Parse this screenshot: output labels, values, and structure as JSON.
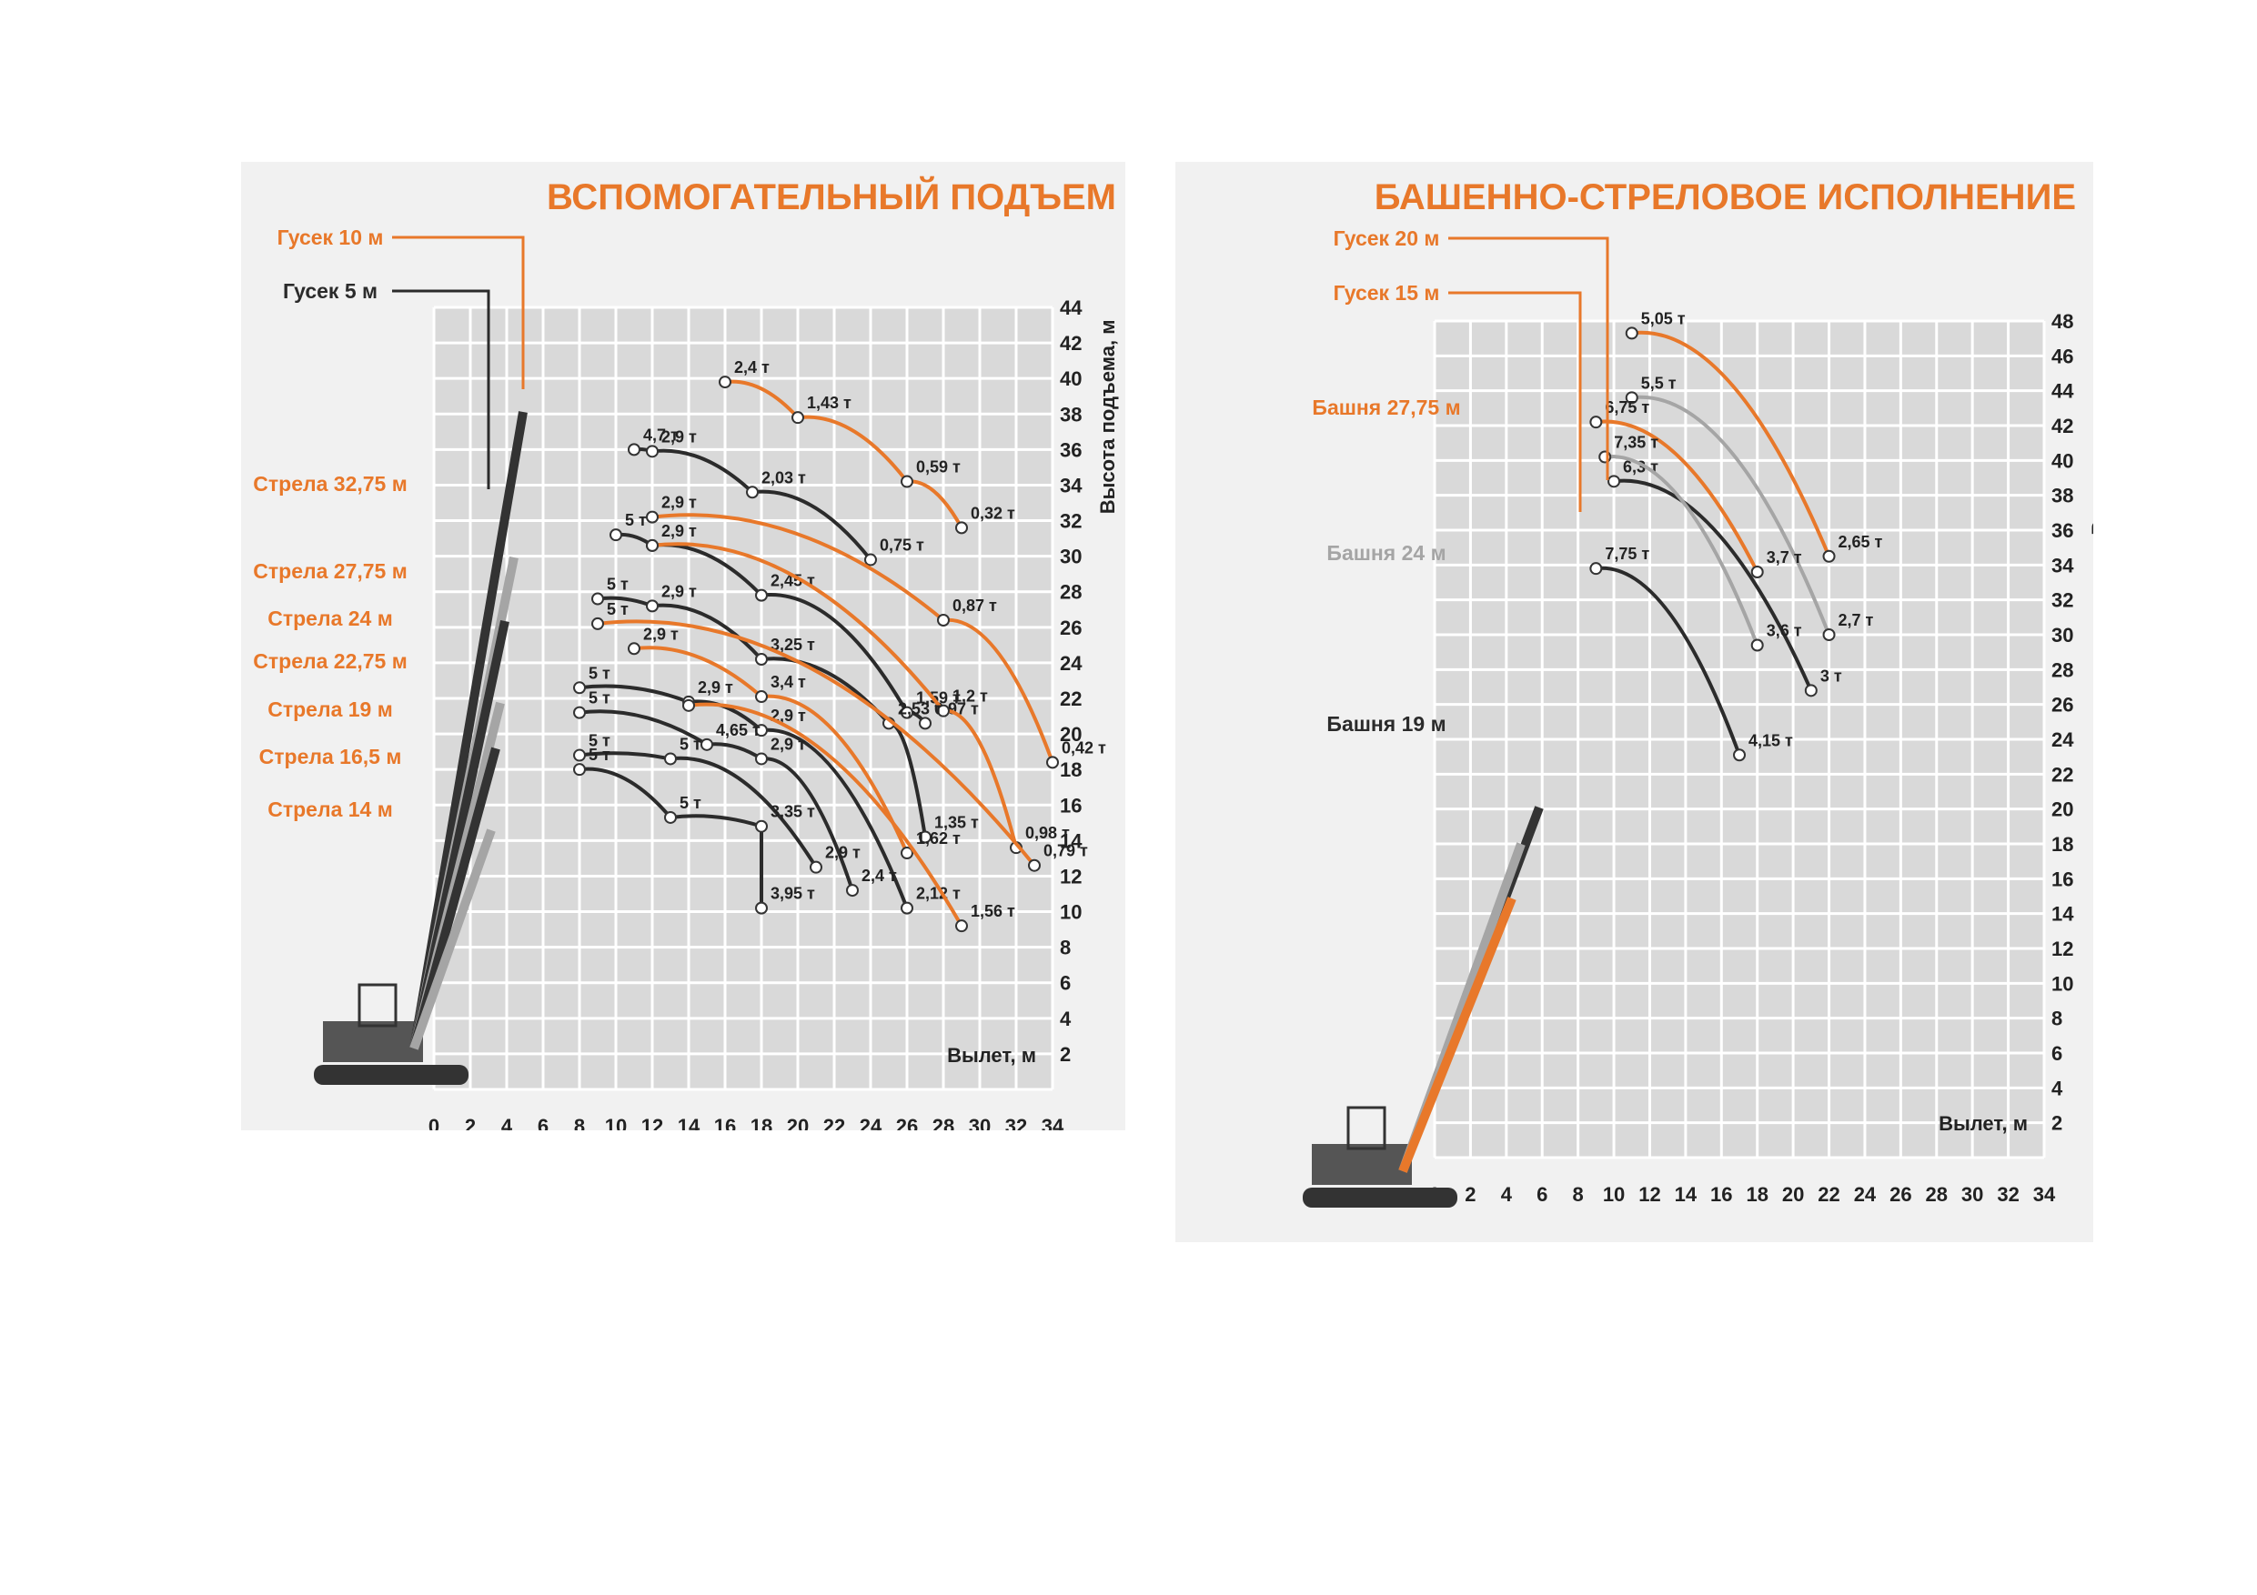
{
  "colors": {
    "orange": "#e8782a",
    "black": "#2b2b2b",
    "grey": "#a5a5a5",
    "grid": "#ffffff",
    "panel": "#f1f1f1"
  },
  "icons": [
    "crane-icon"
  ],
  "charts": [
    {
      "id": "left",
      "title": "ВСПОМОГАТЕЛЬНЫЙ ПОДЪЕМ",
      "xlabel": "Вылет, м",
      "ylabel": "Высота подъема, м",
      "xticks": [
        "0",
        "2",
        "4",
        "6",
        "8",
        "10",
        "12",
        "14",
        "16",
        "18",
        "20",
        "22",
        "24",
        "26",
        "28",
        "30",
        "32",
        "34"
      ],
      "yticks": [
        "2",
        "4",
        "6",
        "8",
        "10",
        "12",
        "14",
        "16",
        "18",
        "20",
        "22",
        "24",
        "26",
        "28",
        "30",
        "32",
        "34",
        "36",
        "38",
        "40",
        "42",
        "44"
      ],
      "labels": [
        {
          "text": "Гусек 10 м",
          "color": "orange"
        },
        {
          "text": "Гусек 5 м",
          "color": "black"
        },
        {
          "text": "Стрела 32,75 м",
          "color": "orange"
        },
        {
          "text": "Стрела 27,75 м",
          "color": "orange"
        },
        {
          "text": "Стрела 24 м",
          "color": "orange"
        },
        {
          "text": "Стрела 22,75 м",
          "color": "orange"
        },
        {
          "text": "Стрела 19 м",
          "color": "orange"
        },
        {
          "text": "Стрела 16,5 м",
          "color": "orange"
        },
        {
          "text": "Стрела 14 м",
          "color": "orange"
        }
      ]
    },
    {
      "id": "right",
      "title": "БАШЕННО-СТРЕЛОВОЕ ИСПОЛНЕНИЕ",
      "xlabel": "Вылет, м",
      "ylabel": "Высота подъема, м",
      "xticks": [
        "0",
        "2",
        "4",
        "6",
        "8",
        "10",
        "12",
        "14",
        "16",
        "18",
        "20",
        "22",
        "24",
        "26",
        "28",
        "30",
        "32",
        "34"
      ],
      "yticks": [
        "2",
        "4",
        "6",
        "8",
        "10",
        "12",
        "14",
        "16",
        "18",
        "20",
        "22",
        "24",
        "26",
        "28",
        "30",
        "32",
        "34",
        "36",
        "38",
        "40",
        "42",
        "44",
        "46",
        "48"
      ],
      "labels": [
        {
          "text": "Гусек 20 м",
          "color": "orange"
        },
        {
          "text": "Гусек 15 м",
          "color": "orange"
        },
        {
          "text": "Башня 27,75 м",
          "color": "orange"
        },
        {
          "text": "Башня 24 м",
          "color": "grey"
        },
        {
          "text": "Башня 19 м",
          "color": "black"
        }
      ]
    }
  ],
  "chart_data": [
    {
      "type": "line",
      "title": "ВСПОМОГАТЕЛЬНЫЙ ПОДЪЕМ",
      "xlabel": "Вылет, м",
      "ylabel": "Высота подъема, м",
      "xlim": [
        0,
        34
      ],
      "ylim": [
        0,
        44
      ],
      "grid": true,
      "series": [
        {
          "color": "orange",
          "points": [
            [
              16,
              39.8,
              "2,4 т"
            ],
            [
              20,
              37.8,
              "1,43 т"
            ],
            [
              26,
              34.2,
              "0,59 т"
            ],
            [
              29,
              31.6,
              "0,32 т"
            ]
          ]
        },
        {
          "color": "black",
          "points": [
            [
              11,
              36,
              "4,7 т"
            ],
            [
              12,
              35.9,
              "2,9 т"
            ],
            [
              17.5,
              33.6,
              "2,03 т"
            ],
            [
              24,
              29.8,
              "0,75 т"
            ]
          ]
        },
        {
          "color": "orange",
          "points": [
            [
              12,
              32.2,
              "2,9 т"
            ],
            [
              28,
              26.4,
              "0,87 т"
            ],
            [
              34,
              18.4,
              "0,42 т"
            ]
          ]
        },
        {
          "color": "black",
          "points": [
            [
              10,
              31.2,
              "5 т"
            ],
            [
              12,
              30.6,
              "2,9 т"
            ],
            [
              18,
              27.8,
              "2,45 т"
            ],
            [
              26,
              21.2,
              "1,59 т"
            ],
            [
              27,
              20.6,
              "0,97 т"
            ]
          ]
        },
        {
          "color": "orange",
          "points": [
            [
              12,
              30.6,
              ""
            ],
            [
              28,
              21.3,
              "1,2 т"
            ],
            [
              32,
              13.6,
              "0,98 т"
            ]
          ]
        },
        {
          "color": "black",
          "points": [
            [
              9,
              27.6,
              "5 т"
            ],
            [
              12,
              27.2,
              "2,9 т"
            ],
            [
              18,
              24.2,
              "3,25 т"
            ],
            [
              25,
              20.6,
              "2,53 т"
            ],
            [
              27,
              14.2,
              "1,35 т"
            ]
          ]
        },
        {
          "color": "orange",
          "points": [
            [
              9,
              26.2,
              "5 т"
            ],
            [
              33,
              12.6,
              "0,79 т"
            ]
          ]
        },
        {
          "color": "orange",
          "points": [
            [
              11,
              24.8,
              "2,9 т"
            ],
            [
              18,
              22.1,
              "3,4 т"
            ],
            [
              26,
              13.3,
              "1,62 т"
            ]
          ]
        },
        {
          "color": "black",
          "points": [
            [
              8,
              22.6,
              "5 т"
            ],
            [
              14,
              21.8,
              "2,9 т"
            ],
            [
              18,
              20.2,
              "2,9 т"
            ],
            [
              26,
              10.2,
              "2,12 т"
            ]
          ]
        },
        {
          "color": "orange",
          "points": [
            [
              14,
              21.6,
              ""
            ],
            [
              29,
              9.2,
              "1,56 т"
            ]
          ]
        },
        {
          "color": "black",
          "points": [
            [
              8,
              21.2,
              "5 т"
            ],
            [
              15,
              19.4,
              "4,65 т"
            ],
            [
              18,
              18.6,
              "2,9 т"
            ],
            [
              23,
              11.2,
              "2,4 т"
            ]
          ]
        },
        {
          "color": "black",
          "points": [
            [
              8,
              18.8,
              "5 т"
            ],
            [
              13,
              18.6,
              "5 т"
            ],
            [
              21,
              12.5,
              "2,9 т"
            ]
          ]
        },
        {
          "color": "black",
          "points": [
            [
              8,
              18,
              "5 т"
            ],
            [
              13,
              15.3,
              "5 т"
            ],
            [
              18,
              14.8,
              "3,35 т"
            ],
            [
              18,
              10.2,
              "3,95 т"
            ]
          ]
        }
      ]
    },
    {
      "type": "line",
      "title": "БАШЕННО-СТРЕЛОВОЕ ИСПОЛНЕНИЕ",
      "xlabel": "Вылет, м",
      "ylabel": "Высота подъема, м",
      "xlim": [
        0,
        34
      ],
      "ylim": [
        0,
        48
      ],
      "grid": true,
      "series": [
        {
          "color": "orange",
          "points": [
            [
              11,
              47.3,
              "5,05 т"
            ],
            [
              22,
              34.5,
              "2,65 т"
            ]
          ]
        },
        {
          "color": "grey",
          "points": [
            [
              11,
              43.6,
              "5,5 т"
            ],
            [
              22,
              30,
              "2,7 т"
            ]
          ]
        },
        {
          "color": "orange",
          "points": [
            [
              9,
              42.2,
              "6,75 т"
            ],
            [
              18,
              33.6,
              "3,7 т"
            ]
          ]
        },
        {
          "color": "black",
          "points": [
            [
              10,
              38.8,
              "6,3 т"
            ],
            [
              21,
              26.8,
              "3 т"
            ]
          ]
        },
        {
          "color": "grey",
          "points": [
            [
              9.5,
              40.2,
              "7,35 т"
            ],
            [
              18,
              29.4,
              "3,6 т"
            ]
          ]
        },
        {
          "color": "black",
          "points": [
            [
              9,
              33.8,
              "7,75 т"
            ],
            [
              17,
              23.1,
              "4,15 т"
            ]
          ]
        }
      ]
    }
  ]
}
